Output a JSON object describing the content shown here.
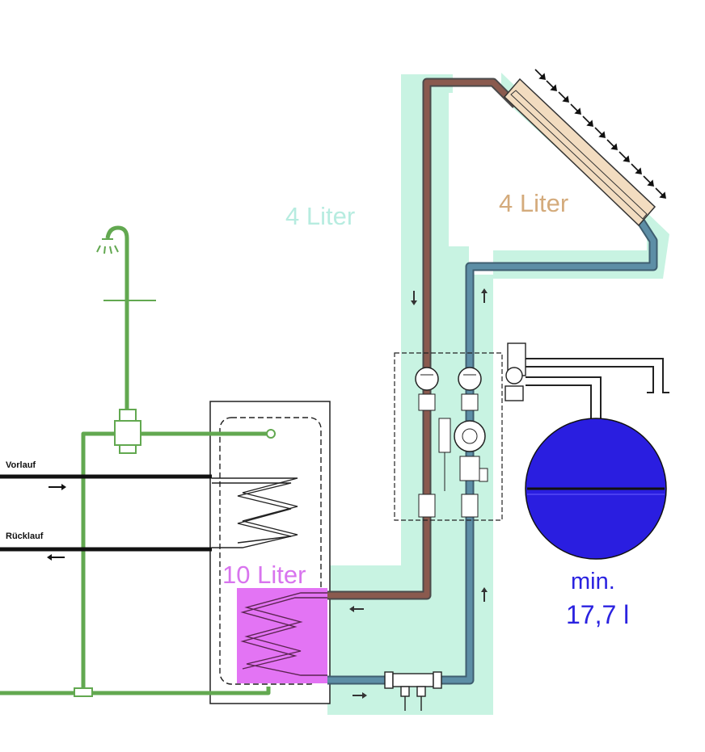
{
  "labels": {
    "pipe_volume": "4 Liter",
    "collector_volume": "4 Liter",
    "coil_volume": "10 Liter",
    "vessel_min": "min.",
    "vessel_volume": "17,7 l",
    "flow": "Vorlauf",
    "return": "Rücklauf"
  },
  "colors": {
    "highlight_cyan": "#c8f3e2",
    "highlight_magenta": "#e374f4",
    "pipe_green": "#62a850",
    "pipe_brown": "#8a5a4e",
    "pipe_blue": "#5d8ea6",
    "collector_fill": "#f2dcc0",
    "vessel_blue": "#2a1ee0",
    "text_collector": "#d4ab7c",
    "text_pipe": "#b7ece0",
    "text_coil": "#d874ee",
    "text_vessel": "#2a22e0"
  }
}
